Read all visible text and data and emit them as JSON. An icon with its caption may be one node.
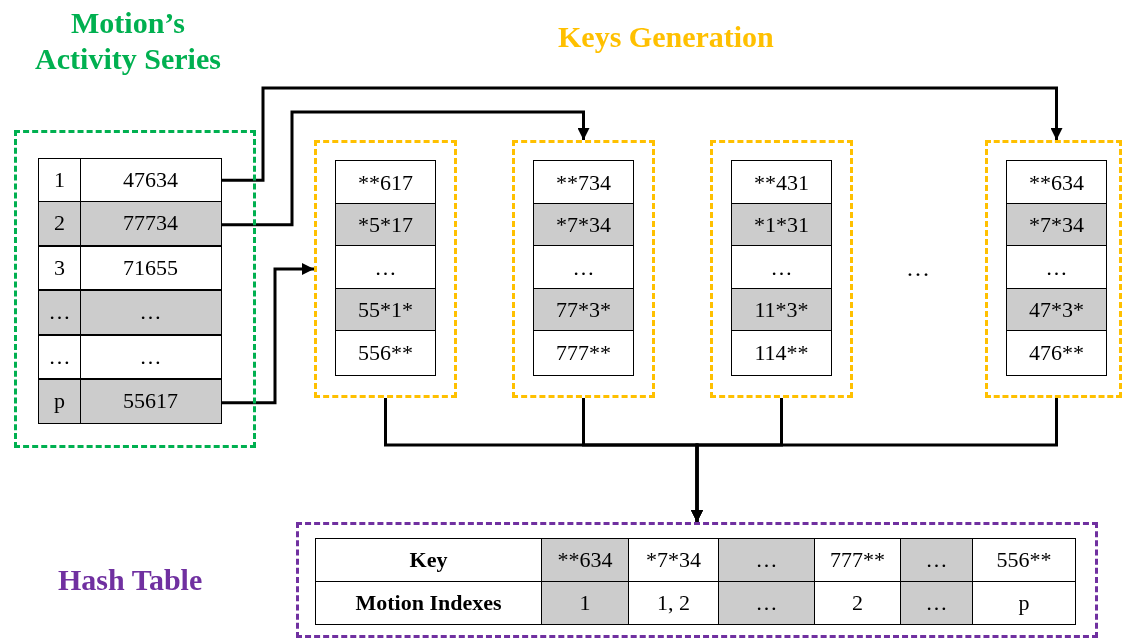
{
  "diagram": {
    "nodes": [
      {
        "text": [
          "Motion’s Activity Series"
        ]
      },
      {
        "text": [
          "1",
          "47634"
        ],
        "in": 0
      },
      {
        "text": [
          "2",
          "77734"
        ],
        "in": 0
      },
      {
        "text": [
          "3",
          "71655"
        ],
        "in": 0
      },
      {
        "text": [
          "…",
          "…"
        ],
        "in": 0
      },
      {
        "text": [
          "…",
          "…"
        ],
        "in": 0
      },
      {
        "text": [
          "p",
          "55617"
        ],
        "in": 0
      },
      {
        "text": [],
        "shape": "box"
      },
      {
        "text": [
          "**617"
        ],
        "in": 7
      },
      {
        "text": [
          "*5*17"
        ],
        "in": 7
      },
      {
        "text": [
          "…"
        ],
        "in": 7
      },
      {
        "text": [
          "55*1*"
        ],
        "in": 7
      },
      {
        "text": [
          "556**"
        ],
        "in": 7
      },
      {
        "text": [],
        "shape": "box"
      },
      {
        "text": [
          "**734"
        ],
        "in": 13
      },
      {
        "text": [
          "*7*34"
        ],
        "in": 13
      },
      {
        "text": [
          "…"
        ],
        "in": 13
      },
      {
        "text": [
          "77*3*"
        ],
        "in": 13
      },
      {
        "text": [
          "777**"
        ],
        "in": 13
      },
      {
        "text": [],
        "shape": "box"
      },
      {
        "text": [
          "**431"
        ],
        "in": 19
      },
      {
        "text": [
          "*1*31"
        ],
        "in": 19
      },
      {
        "text": [
          "…"
        ],
        "in": 19
      },
      {
        "text": [
          "11*3*"
        ],
        "in": 19
      },
      {
        "text": [
          "114**"
        ],
        "in": 19
      },
      {
        "text": [],
        "shape": "box"
      },
      {
        "text": [
          "**634"
        ],
        "in": 25
      },
      {
        "text": [
          "*7*34"
        ],
        "in": 25
      },
      {
        "text": [
          "…"
        ],
        "in": 25
      },
      {
        "text": [
          "47*3*"
        ],
        "in": 25
      },
      {
        "text": [
          "476**"
        ],
        "in": 25
      },
      {
        "text": [
          "Hash Table"
        ]
      }
    ],
    "edges": [
      {
        "from": 1,
        "to": 25,
        "arrow": "to"
      },
      {
        "from": 2,
        "to": 13,
        "arrow": "to"
      },
      {
        "from": 6,
        "to": 7,
        "arrow": "to"
      },
      {
        "from": 7,
        "to": 31,
        "arrow": "to"
      },
      {
        "from": 13,
        "to": 31,
        "arrow": "to"
      },
      {
        "from": 19,
        "to": 31,
        "arrow": "to"
      },
      {
        "from": 25,
        "to": 31,
        "arrow": "to"
      }
    ],
    "labels": [
      "Keys Generation",
      "…",
      "Key",
      "**634",
      "*7*34",
      "…",
      "777**",
      "…",
      "556**",
      "Motion Indexes",
      "1",
      "1, 2",
      "…",
      "2",
      "…",
      "p"
    ]
  }
}
